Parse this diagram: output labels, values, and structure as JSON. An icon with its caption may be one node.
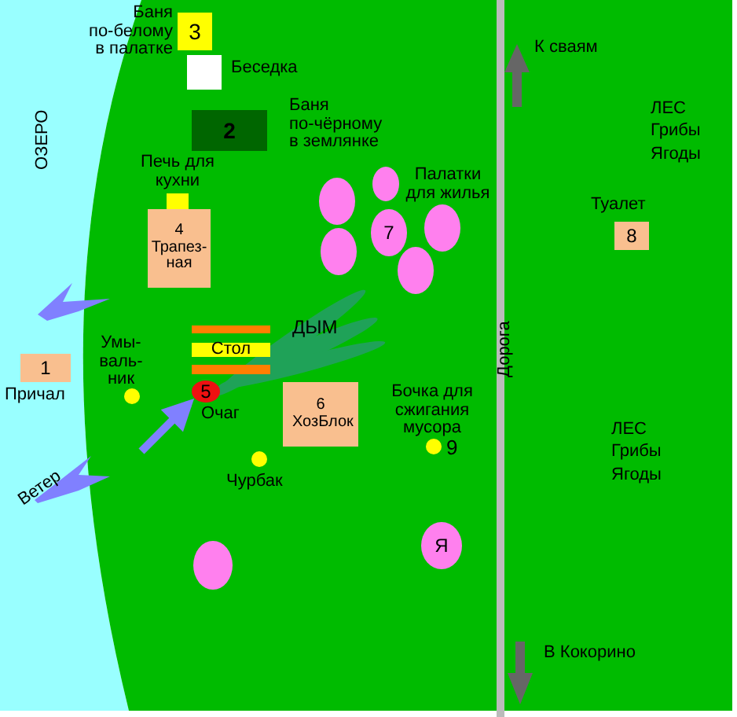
{
  "diagram": {
    "nodes": [
      {
        "text": [
          "3"
        ],
        "beside": [
          "Баня по-белому в палатке"
        ]
      },
      {
        "text": [],
        "shape": "box",
        "beside": [
          "Беседка"
        ]
      },
      {
        "text": [
          "2"
        ],
        "beside": [
          "Баня по-чёрному в землянке"
        ]
      },
      {
        "text": [],
        "shape": "box",
        "beside": [
          "Печь для кухни"
        ]
      },
      {
        "text": [
          "4",
          "Трапез- ная"
        ]
      },
      {
        "text": [
          "Стол"
        ]
      },
      {
        "text": [
          "5"
        ],
        "beside": [
          "Очаг"
        ]
      },
      {
        "text": [
          "6",
          "ХозБлок"
        ]
      },
      {
        "text": [
          "1"
        ],
        "beside": [
          "Причал"
        ]
      },
      {
        "text": [],
        "shape": "circle",
        "beside": [
          "Умы- валь- ник"
        ]
      },
      {
        "text": [],
        "shape": "circle",
        "beside": [
          "Чурбак"
        ]
      },
      {
        "text": [],
        "shape": "circle",
        "beside": [
          "Бочка для сжигания мусора",
          "9"
        ]
      },
      {
        "text": [],
        "shape": "circle"
      },
      {
        "text": [],
        "shape": "circle"
      },
      {
        "text": [
          "7"
        ]
      },
      {
        "text": [],
        "shape": "circle"
      },
      {
        "text": [],
        "shape": "circle"
      },
      {
        "text": [],
        "shape": "circle"
      },
      {
        "text": [],
        "shape": "circle"
      },
      {
        "text": [
          "Я"
        ]
      },
      {
        "text": [
          "8"
        ],
        "beside": [
          "Туалет"
        ]
      }
    ],
    "edges": [
      {
        "from": null,
        "to": 6,
        "arrow": "to"
      }
    ],
    "labels": [
      "ОЗЕРО",
      "Палатки для жилья",
      "ДЫМ",
      "Ветер",
      "Дорога",
      "К сваям",
      "В Кокорино",
      "ЛЕС Грибы Ягоды",
      "ЛЕС Грибы Ягоды"
    ]
  }
}
